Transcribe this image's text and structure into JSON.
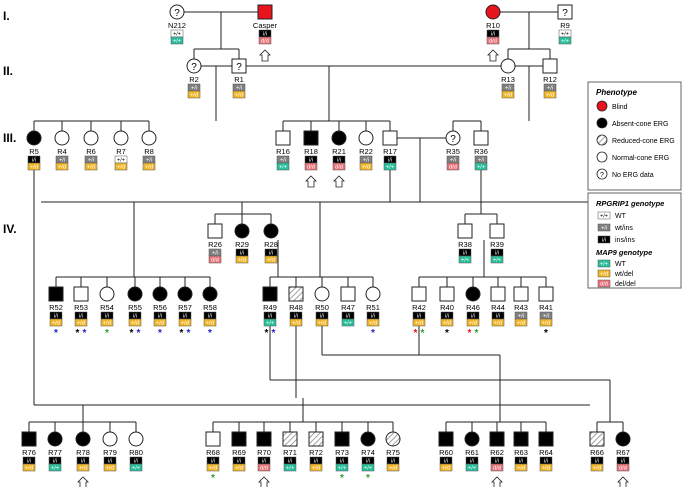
{
  "generations": [
    "I.",
    "II.",
    "III.",
    "IV."
  ],
  "colors": {
    "blind": "#e8141b",
    "absent": "#000000",
    "reduced_hatch": "#999999",
    "normal": "#ffffff",
    "rp_wt": "#ffffff",
    "rp_wtins": "#808080",
    "rp_insins": "#000000",
    "map_wt": "#2bbf9b",
    "map_wtdel": "#f2b62a",
    "map_deldel": "#e9737a",
    "star_red": "#e8141b",
    "star_black": "#000000",
    "star_green": "#2e9e2e",
    "star_blue": "#1f1fc8"
  },
  "legend": {
    "phenotype_title": "Phenotype",
    "phenotype_items": [
      {
        "label": "Blind",
        "kind": "blind"
      },
      {
        "label": "Absent-cone ERG",
        "kind": "absent"
      },
      {
        "label": "Reduced-cone ERG",
        "kind": "reduced"
      },
      {
        "label": "Normal-cone ERG",
        "kind": "normal"
      },
      {
        "label": "No ERG data",
        "kind": "unknown"
      }
    ],
    "rp_title": "RPGRIP1 genotype",
    "rp_items": [
      {
        "code": "+/+",
        "label": "WT",
        "kind": "rp_wt"
      },
      {
        "code": "+/i",
        "label": "wt/ins",
        "kind": "rp_wtins"
      },
      {
        "code": "i/i",
        "label": "ins/ins",
        "kind": "rp_insins"
      }
    ],
    "map_title": "MAP9 genotype",
    "map_items": [
      {
        "code": "+/+",
        "label": "WT",
        "kind": "map_wt"
      },
      {
        "code": "+/d",
        "label": "wt/del",
        "kind": "map_wtdel"
      },
      {
        "code": "d/d",
        "label": "del/del",
        "kind": "map_deldel"
      }
    ]
  },
  "individuals": [
    {
      "id": "N212",
      "label": "N212",
      "sex": "F",
      "pheno": "unknown",
      "rp": "+/+",
      "map": "+/+",
      "arrow": false,
      "stars": []
    },
    {
      "id": "Casper",
      "label": "Casper",
      "sex": "M",
      "pheno": "blind",
      "rp": "i/i",
      "map": "d/d",
      "arrow": true,
      "stars": []
    },
    {
      "id": "R10",
      "label": "R10",
      "sex": "F",
      "pheno": "blind",
      "rp": "i/i",
      "map": "d/d",
      "arrow": true,
      "stars": []
    },
    {
      "id": "R9",
      "label": "R9",
      "sex": "M",
      "pheno": "unknown",
      "rp": "+/+",
      "map": "+/+",
      "arrow": false,
      "stars": []
    },
    {
      "id": "R2",
      "label": "R2",
      "sex": "F",
      "pheno": "unknown",
      "rp": "+/i",
      "map": "+/d",
      "arrow": false,
      "stars": []
    },
    {
      "id": "R1",
      "label": "R1",
      "sex": "M",
      "pheno": "unknown",
      "rp": "+/i",
      "map": "+/d",
      "arrow": false,
      "stars": []
    },
    {
      "id": "R13",
      "label": "R13",
      "sex": "F",
      "pheno": "normal",
      "rp": "+/i",
      "map": "+/d",
      "arrow": false,
      "stars": []
    },
    {
      "id": "R12",
      "label": "R12",
      "sex": "M",
      "pheno": "normal",
      "rp": "+/i",
      "map": "+/d",
      "arrow": false,
      "stars": []
    },
    {
      "id": "R5",
      "label": "R5",
      "sex": "F",
      "pheno": "absent",
      "rp": "i/i",
      "map": "+/d",
      "arrow": false,
      "stars": []
    },
    {
      "id": "R4",
      "label": "R4",
      "sex": "F",
      "pheno": "normal",
      "rp": "+/i",
      "map": "+/d",
      "arrow": false,
      "stars": []
    },
    {
      "id": "R6",
      "label": "R6",
      "sex": "F",
      "pheno": "normal",
      "rp": "+/i",
      "map": "+/d",
      "arrow": false,
      "stars": []
    },
    {
      "id": "R7",
      "label": "R7",
      "sex": "F",
      "pheno": "normal",
      "rp": "+/+",
      "map": "+/d",
      "arrow": false,
      "stars": []
    },
    {
      "id": "R8",
      "label": "R8",
      "sex": "F",
      "pheno": "normal",
      "rp": "+/i",
      "map": "+/d",
      "arrow": false,
      "stars": []
    },
    {
      "id": "R16",
      "label": "R16",
      "sex": "M",
      "pheno": "normal",
      "rp": "+/i",
      "map": "+/+",
      "arrow": false,
      "stars": []
    },
    {
      "id": "R18",
      "label": "R18",
      "sex": "M",
      "pheno": "absent",
      "rp": "i/i",
      "map": "d/d",
      "arrow": true,
      "stars": []
    },
    {
      "id": "R21",
      "label": "R21",
      "sex": "F",
      "pheno": "absent",
      "rp": "i/i",
      "map": "d/d",
      "arrow": true,
      "stars": []
    },
    {
      "id": "R22",
      "label": "R22",
      "sex": "F",
      "pheno": "normal",
      "rp": "+/i",
      "map": "+/d",
      "arrow": false,
      "stars": []
    },
    {
      "id": "R17",
      "label": "R17",
      "sex": "M",
      "pheno": "normal",
      "rp": "i/i",
      "map": "+/+",
      "arrow": false,
      "stars": []
    },
    {
      "id": "R35",
      "label": "R35",
      "sex": "F",
      "pheno": "unknown",
      "rp": "+/i",
      "map": "d/d",
      "arrow": false,
      "stars": []
    },
    {
      "id": "R36",
      "label": "R36",
      "sex": "M",
      "pheno": "normal",
      "rp": "+/i",
      "map": "+/+",
      "arrow": false,
      "stars": []
    },
    {
      "id": "R26",
      "label": "R26",
      "sex": "M",
      "pheno": "normal",
      "rp": "+/i",
      "map": "d/d",
      "arrow": false,
      "stars": []
    },
    {
      "id": "R29",
      "label": "R29",
      "sex": "F",
      "pheno": "absent",
      "rp": "i/i",
      "map": "+/d",
      "arrow": false,
      "stars": []
    },
    {
      "id": "R28",
      "label": "R28",
      "sex": "F",
      "pheno": "absent",
      "rp": "i/i",
      "map": "+/d",
      "arrow": false,
      "stars": []
    },
    {
      "id": "R38",
      "label": "R38",
      "sex": "M",
      "pheno": "normal",
      "rp": "i/i",
      "map": "+/+",
      "arrow": false,
      "stars": []
    },
    {
      "id": "R39",
      "label": "R39",
      "sex": "M",
      "pheno": "normal",
      "rp": "i/i",
      "map": "+/+",
      "arrow": false,
      "stars": []
    },
    {
      "id": "R52",
      "label": "R52",
      "sex": "M",
      "pheno": "absent",
      "rp": "i/i",
      "map": "+/d",
      "arrow": false,
      "stars": [
        "blue"
      ]
    },
    {
      "id": "R53",
      "label": "R53",
      "sex": "M",
      "pheno": "normal",
      "rp": "i/i",
      "map": "+/d",
      "arrow": false,
      "stars": [
        "black",
        "blue"
      ]
    },
    {
      "id": "R54",
      "label": "R54",
      "sex": "F",
      "pheno": "normal",
      "rp": "i/i",
      "map": "+/d",
      "arrow": false,
      "stars": [
        "green"
      ]
    },
    {
      "id": "R55",
      "label": "R55",
      "sex": "F",
      "pheno": "absent",
      "rp": "i/i",
      "map": "+/d",
      "arrow": false,
      "stars": [
        "black",
        "blue"
      ]
    },
    {
      "id": "R56",
      "label": "R56",
      "sex": "F",
      "pheno": "absent",
      "rp": "i/i",
      "map": "+/d",
      "arrow": false,
      "stars": [
        "blue"
      ]
    },
    {
      "id": "R57",
      "label": "R57",
      "sex": "F",
      "pheno": "absent",
      "rp": "i/i",
      "map": "+/d",
      "arrow": false,
      "stars": [
        "black",
        "blue"
      ]
    },
    {
      "id": "R58",
      "label": "R58",
      "sex": "F",
      "pheno": "absent",
      "rp": "i/i",
      "map": "+/d",
      "arrow": false,
      "stars": [
        "blue"
      ]
    },
    {
      "id": "R49",
      "label": "R49",
      "sex": "M",
      "pheno": "absent",
      "rp": "i/i",
      "map": "+/+",
      "arrow": false,
      "stars": [
        "black",
        "blue"
      ]
    },
    {
      "id": "R48",
      "label": "R48",
      "sex": "M",
      "pheno": "reduced",
      "rp": "i/i",
      "map": "+/d",
      "arrow": false,
      "stars": []
    },
    {
      "id": "R50",
      "label": "R50",
      "sex": "F",
      "pheno": "normal",
      "rp": "i/i",
      "map": "+/d",
      "arrow": false,
      "stars": []
    },
    {
      "id": "R47",
      "label": "R47",
      "sex": "M",
      "pheno": "normal",
      "rp": "i/i",
      "map": "+/+",
      "arrow": false,
      "stars": []
    },
    {
      "id": "R51",
      "label": "R51",
      "sex": "F",
      "pheno": "normal",
      "rp": "i/i",
      "map": "+/d",
      "arrow": false,
      "stars": [
        "blue"
      ]
    },
    {
      "id": "R42",
      "label": "R42",
      "sex": "M",
      "pheno": "normal",
      "rp": "i/i",
      "map": "+/d",
      "arrow": false,
      "stars": [
        "red",
        "green"
      ]
    },
    {
      "id": "R40",
      "label": "R40",
      "sex": "M",
      "pheno": "normal",
      "rp": "i/i",
      "map": "+/d",
      "arrow": false,
      "stars": [
        "black"
      ]
    },
    {
      "id": "R46",
      "label": "R46",
      "sex": "F",
      "pheno": "absent",
      "rp": "i/i",
      "map": "+/d",
      "arrow": false,
      "stars": [
        "red",
        "green"
      ]
    },
    {
      "id": "R44",
      "label": "R44",
      "sex": "M",
      "pheno": "normal",
      "rp": "i/i",
      "map": "+/d",
      "arrow": false,
      "stars": []
    },
    {
      "id": "R43",
      "label": "R43",
      "sex": "M",
      "pheno": "normal",
      "rp": "+/i",
      "map": "+/d",
      "arrow": false,
      "stars": []
    },
    {
      "id": "R41",
      "label": "R41",
      "sex": "M",
      "pheno": "normal",
      "rp": "+/i",
      "map": "+/d",
      "arrow": false,
      "stars": [
        "black"
      ]
    },
    {
      "id": "R76",
      "label": "R76",
      "sex": "M",
      "pheno": "absent",
      "rp": "i/i",
      "map": "+/d",
      "arrow": false,
      "stars": []
    },
    {
      "id": "R77",
      "label": "R77",
      "sex": "F",
      "pheno": "absent",
      "rp": "i/i",
      "map": "+/+",
      "arrow": false,
      "stars": []
    },
    {
      "id": "R78",
      "label": "R78",
      "sex": "F",
      "pheno": "absent",
      "rp": "i/i",
      "map": "+/d",
      "arrow": true,
      "stars": []
    },
    {
      "id": "R79",
      "label": "R79",
      "sex": "F",
      "pheno": "normal",
      "rp": "i/i",
      "map": "+/d",
      "arrow": false,
      "stars": []
    },
    {
      "id": "R80",
      "label": "R80",
      "sex": "F",
      "pheno": "normal",
      "rp": "i/i",
      "map": "+/+",
      "arrow": false,
      "stars": []
    },
    {
      "id": "R68",
      "label": "R68",
      "sex": "M",
      "pheno": "normal",
      "rp": "i/i",
      "map": "+/d",
      "arrow": false,
      "stars": [
        "green"
      ]
    },
    {
      "id": "R69",
      "label": "R69",
      "sex": "M",
      "pheno": "absent",
      "rp": "i/i",
      "map": "+/d",
      "arrow": false,
      "stars": []
    },
    {
      "id": "R70",
      "label": "R70",
      "sex": "M",
      "pheno": "absent",
      "rp": "i/i",
      "map": "d/d",
      "arrow": true,
      "stars": []
    },
    {
      "id": "R71",
      "label": "R71",
      "sex": "M",
      "pheno": "reduced",
      "rp": "i/i",
      "map": "+/+",
      "arrow": false,
      "stars": []
    },
    {
      "id": "R72",
      "label": "R72",
      "sex": "M",
      "pheno": "reduced",
      "rp": "i/i",
      "map": "+/d",
      "arrow": false,
      "stars": []
    },
    {
      "id": "R73",
      "label": "R73",
      "sex": "M",
      "pheno": "absent",
      "rp": "i/i",
      "map": "+/+",
      "arrow": false,
      "stars": [
        "green"
      ]
    },
    {
      "id": "R74",
      "label": "R74",
      "sex": "F",
      "pheno": "absent",
      "rp": "i/i",
      "map": "+/+",
      "arrow": false,
      "stars": [
        "green"
      ]
    },
    {
      "id": "R75",
      "label": "R75",
      "sex": "F",
      "pheno": "reduced",
      "rp": "i/i",
      "map": "+/d",
      "arrow": false,
      "stars": []
    },
    {
      "id": "R60",
      "label": "R60",
      "sex": "M",
      "pheno": "absent",
      "rp": "i/i",
      "map": "+/d",
      "arrow": false,
      "stars": []
    },
    {
      "id": "R61",
      "label": "R61",
      "sex": "F",
      "pheno": "absent",
      "rp": "i/i",
      "map": "+/+",
      "arrow": false,
      "stars": []
    },
    {
      "id": "R62",
      "label": "R62",
      "sex": "M",
      "pheno": "absent",
      "rp": "i/i",
      "map": "d/d",
      "arrow": true,
      "stars": []
    },
    {
      "id": "R63",
      "label": "R63",
      "sex": "M",
      "pheno": "absent",
      "rp": "i/i",
      "map": "+/d",
      "arrow": false,
      "stars": []
    },
    {
      "id": "R64",
      "label": "R64",
      "sex": "M",
      "pheno": "absent",
      "rp": "i/i",
      "map": "+/d",
      "arrow": false,
      "stars": []
    },
    {
      "id": "R66",
      "label": "R66",
      "sex": "M",
      "pheno": "reduced",
      "rp": "i/i",
      "map": "+/d",
      "arrow": false,
      "stars": []
    },
    {
      "id": "R67",
      "label": "R67",
      "sex": "F",
      "pheno": "absent",
      "rp": "i/i",
      "map": "d/d",
      "arrow": true,
      "stars": []
    }
  ]
}
